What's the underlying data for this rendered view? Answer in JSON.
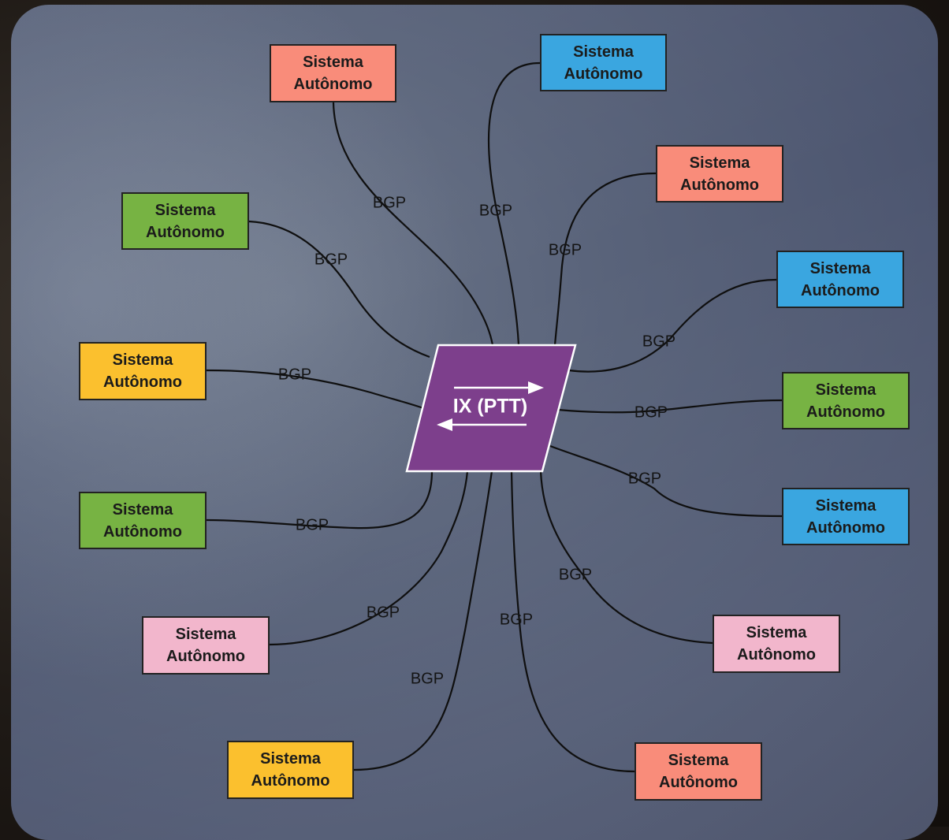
{
  "hub": {
    "label": "IX (PTT)",
    "color": "#7d3f8c"
  },
  "nodes": [
    {
      "line1": "Sistema",
      "line2": "Autônomo",
      "color": "salmon"
    },
    {
      "line1": "Sistema",
      "line2": "Autônomo",
      "color": "blue"
    },
    {
      "line1": "Sistema",
      "line2": "Autônomo",
      "color": "salmon"
    },
    {
      "line1": "Sistema",
      "line2": "Autônomo",
      "color": "green"
    },
    {
      "line1": "Sistema",
      "line2": "Autônomo",
      "color": "blue"
    },
    {
      "line1": "Sistema",
      "line2": "Autônomo",
      "color": "yellow"
    },
    {
      "line1": "Sistema",
      "line2": "Autônomo",
      "color": "green"
    },
    {
      "line1": "Sistema",
      "line2": "Autônomo",
      "color": "green"
    },
    {
      "line1": "Sistema",
      "line2": "Autônomo",
      "color": "blue"
    },
    {
      "line1": "Sistema",
      "line2": "Autônomo",
      "color": "pink"
    },
    {
      "line1": "Sistema",
      "line2": "Autônomo",
      "color": "pink"
    },
    {
      "line1": "Sistema",
      "line2": "Autônomo",
      "color": "yellow"
    },
    {
      "line1": "Sistema",
      "line2": "Autônomo",
      "color": "salmon"
    }
  ],
  "edges": [
    {
      "label": "BGP"
    },
    {
      "label": "BGP"
    },
    {
      "label": "BGP"
    },
    {
      "label": "BGP"
    },
    {
      "label": "BGP"
    },
    {
      "label": "BGP"
    },
    {
      "label": "BGP"
    },
    {
      "label": "BGP"
    },
    {
      "label": "BGP"
    },
    {
      "label": "BGP"
    },
    {
      "label": "BGP"
    },
    {
      "label": "BGP"
    },
    {
      "label": "BGP"
    }
  ],
  "colors": {
    "salmon": "#f98c7a",
    "blue": "#3aa6e0",
    "green": "#77b343",
    "yellow": "#fbc02e",
    "pink": "#f2b6cc",
    "hub": "#7d3f8c",
    "arrow": "#ffffff"
  }
}
